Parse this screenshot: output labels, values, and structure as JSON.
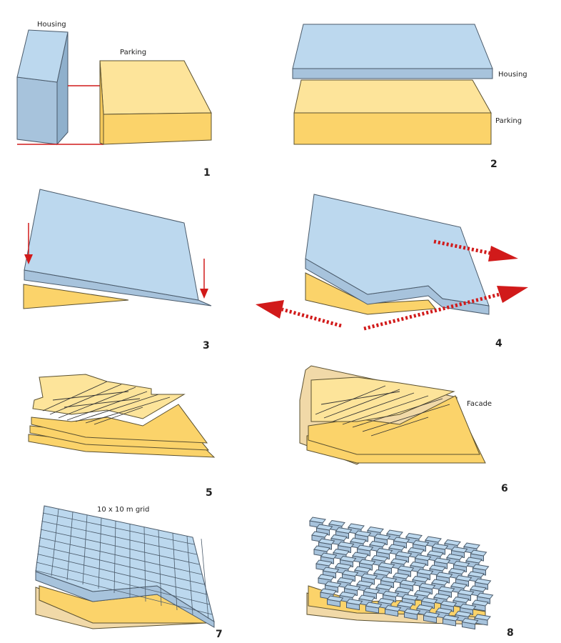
{
  "panels": [
    {
      "number": "1",
      "labels": [
        "Housing",
        "Parking"
      ]
    },
    {
      "number": "2",
      "labels": [
        "Housing",
        "Parking"
      ]
    },
    {
      "number": "3",
      "labels": []
    },
    {
      "number": "4",
      "labels": []
    },
    {
      "number": "5",
      "labels": []
    },
    {
      "number": "6",
      "labels": [
        "Facade"
      ]
    },
    {
      "number": "7",
      "labels": [
        "10 x 10 m grid"
      ]
    },
    {
      "number": "8",
      "labels": []
    }
  ],
  "colors": {
    "housing_blue": "#bcd8ee",
    "parking_yellow": "#fbd36a",
    "arrow_red": "#d11a1a",
    "facade_tan": "#f1d9a8"
  }
}
